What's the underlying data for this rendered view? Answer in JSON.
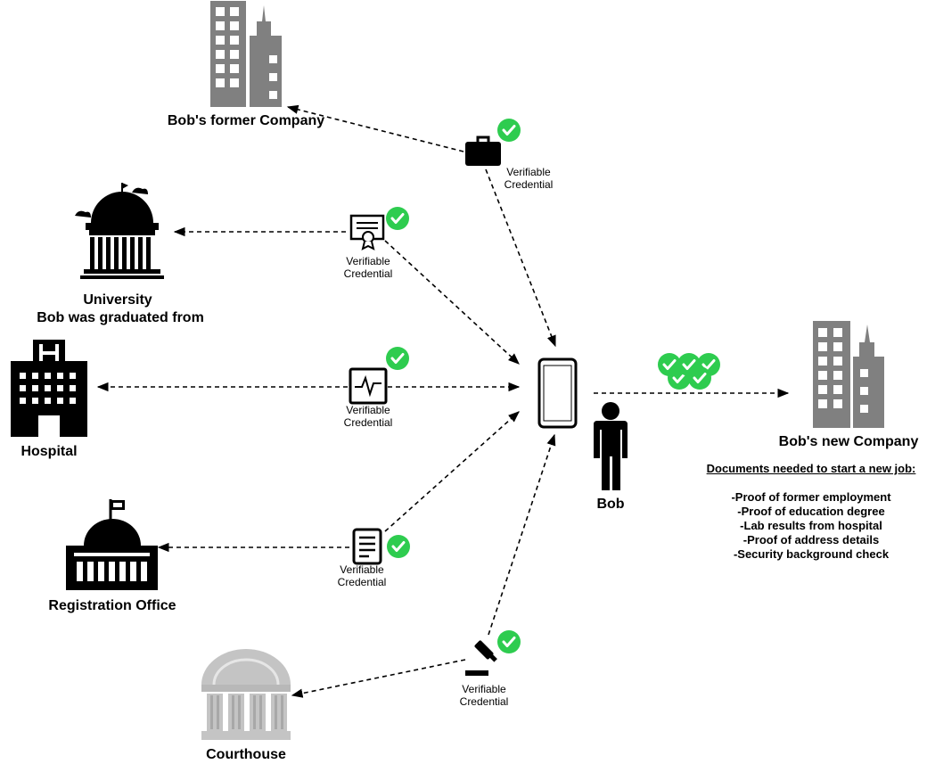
{
  "entities": {
    "former_company": "Bob's former Company",
    "university_line1": "University",
    "university_line2": "Bob was graduated from",
    "hospital": "Hospital",
    "registration_office": "Registration Office",
    "courthouse": "Courthouse",
    "bob": "Bob",
    "new_company": "Bob's new Company"
  },
  "credential": {
    "line1": "Verifiable",
    "line2": "Credential"
  },
  "documents": {
    "title": "Documents needed to start a new job:",
    "items": [
      "-Proof of former employment",
      "-Proof of education degree",
      "-Lab results from hospital",
      "-Proof of address details",
      "-Security background check"
    ]
  },
  "colors": {
    "check_green": "#2ecc4f",
    "building_gray": "#808080",
    "courthouse_gray": "#c4c4c4"
  }
}
